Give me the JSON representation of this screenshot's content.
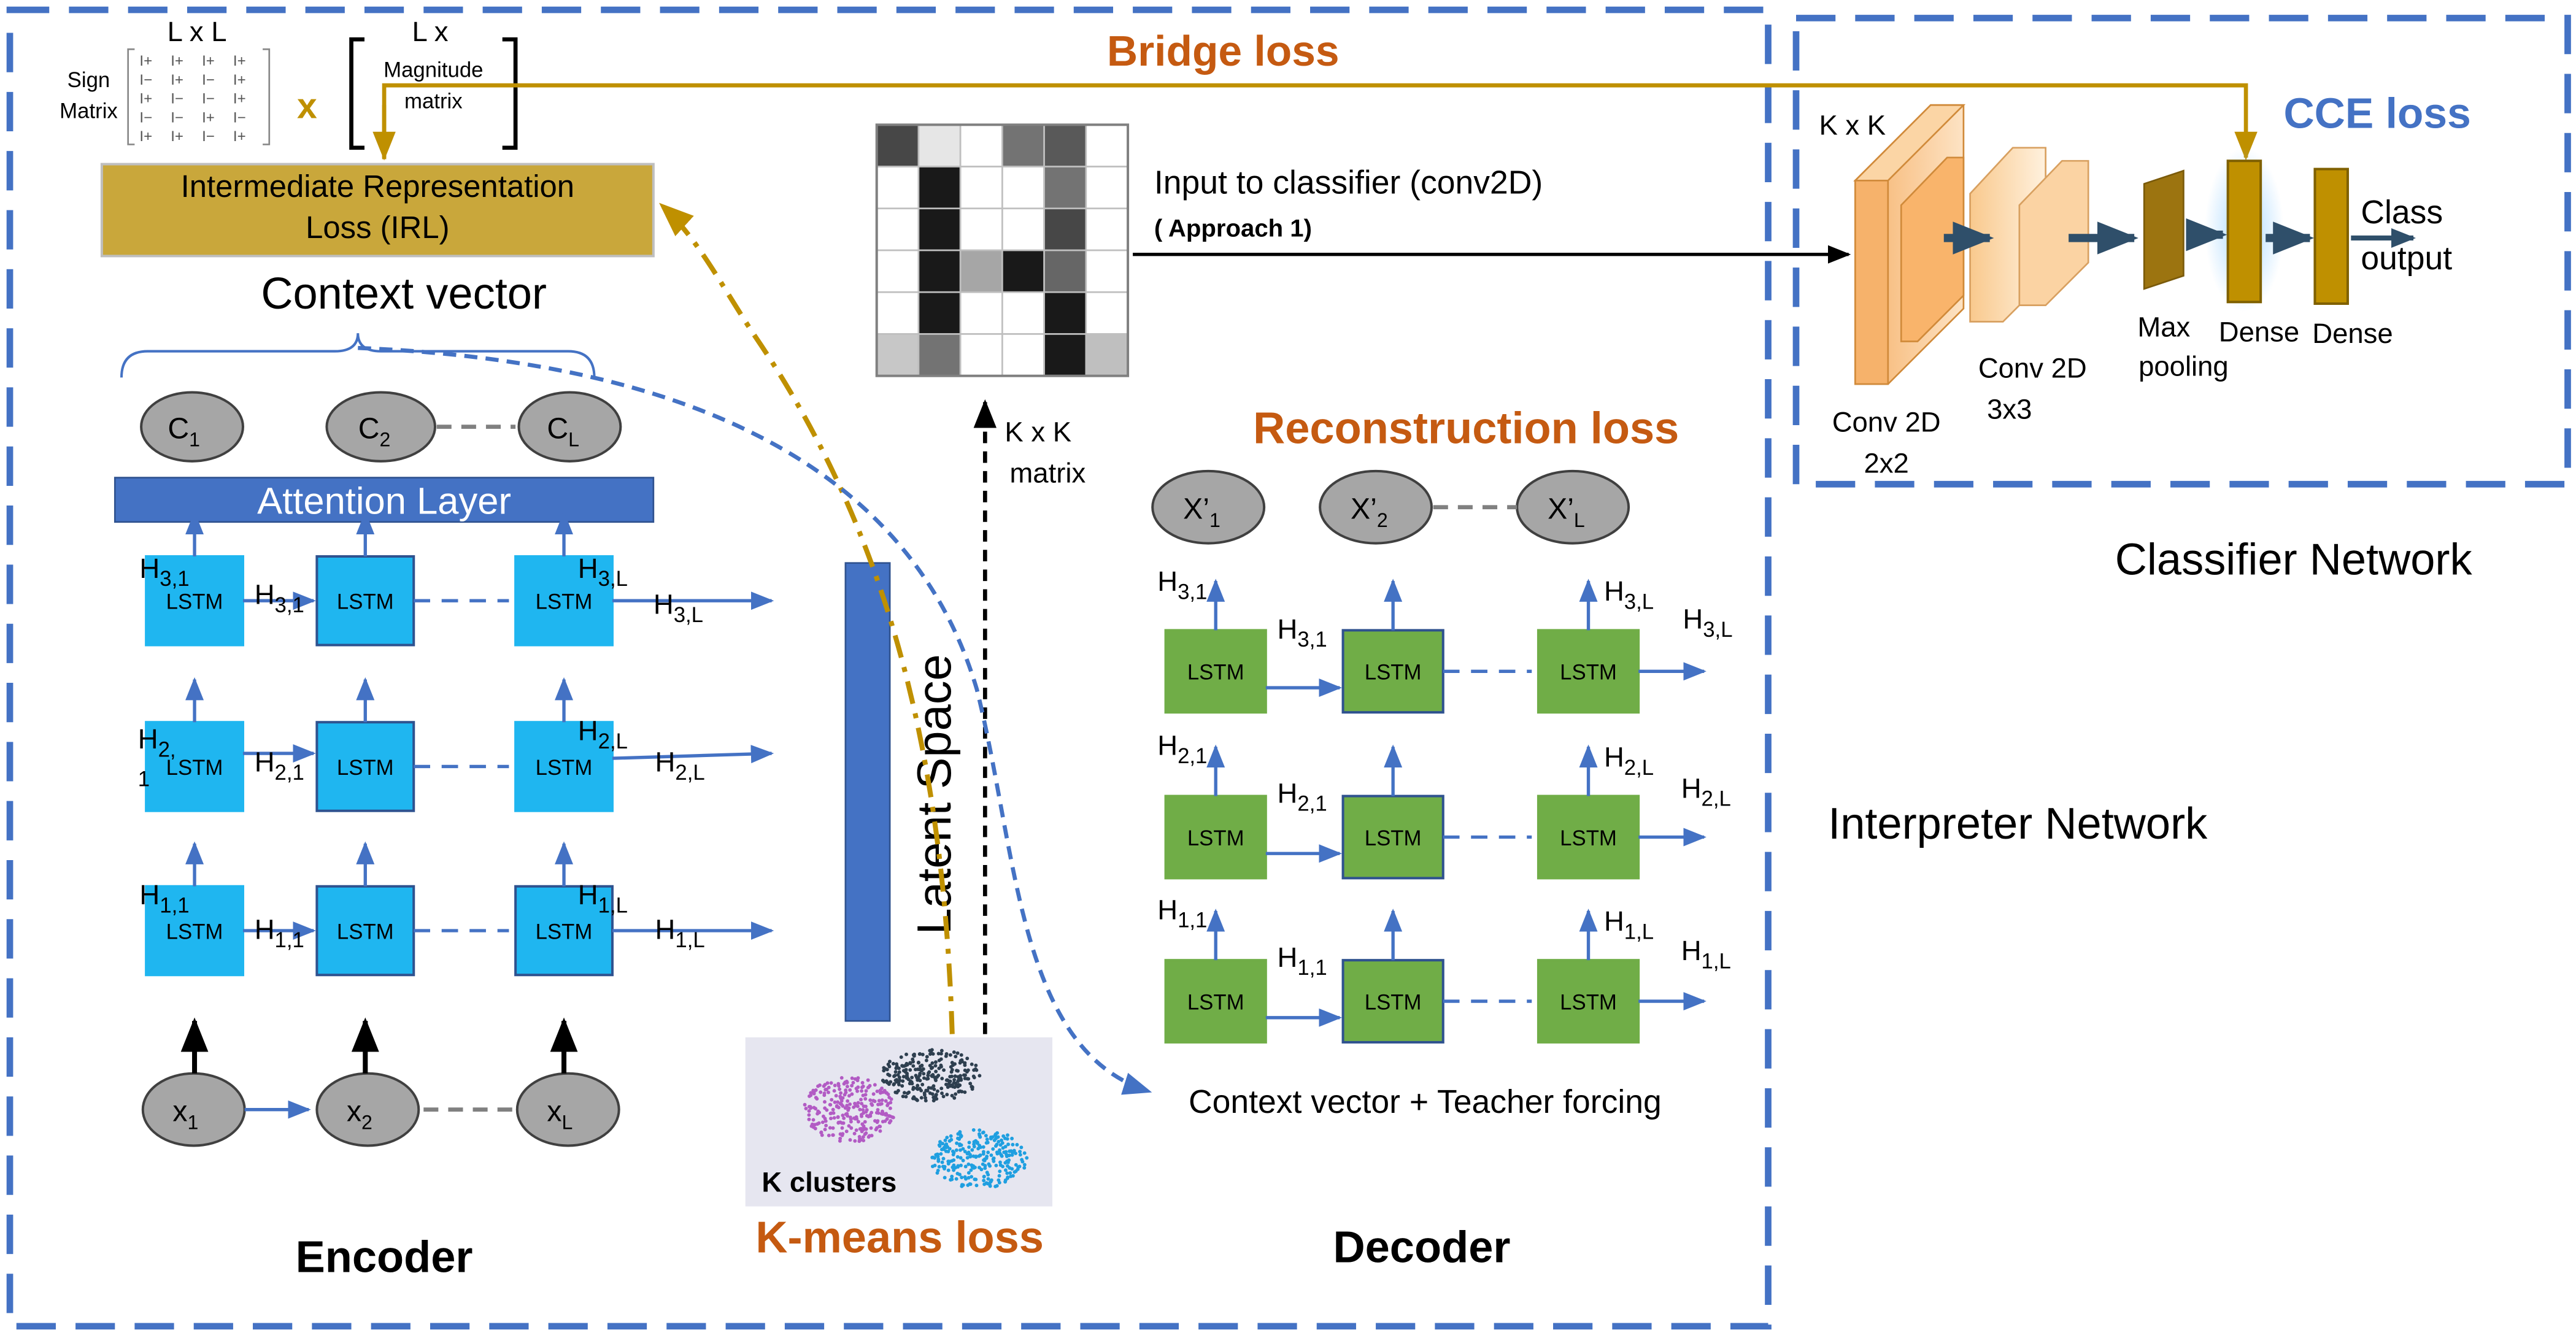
{
  "colors": {
    "frame_blue": "#4472c4",
    "loss_orange": "#c55a11",
    "cce_blue": "#4472c4",
    "gold": "#c9a73b",
    "gold_line": "#bf9000",
    "lstm_blue": "#1fb6f0",
    "lstm_green": "#70ad47",
    "attention_blue": "#4472c4",
    "node_gray": "#a6a6a6"
  },
  "titles": {
    "bridge_loss": "Bridge loss",
    "cce_loss": "CCE loss",
    "reconstruction_loss": "Reconstruction loss",
    "kmeans_loss": "K-means loss",
    "classifier_network": "Classifier Network",
    "interpreter_network": "Interpreter Network",
    "encoder": "Encoder",
    "decoder": "Decoder"
  },
  "irl": {
    "line1": "Intermediate Representation",
    "line2": "Loss (IRL)"
  },
  "matrices": {
    "lxl_label": "L x L",
    "sign_label_line1": "Sign",
    "sign_label_line2": "Matrix",
    "times": "x",
    "lx_label": "L x",
    "magnitude_line1": "Magnitude",
    "magnitude_line2": "matrix",
    "sign_rows": [
      [
        "I+",
        "I+",
        "I+",
        "I+"
      ],
      [
        "I−",
        "I+",
        "I−",
        "I+"
      ],
      [
        "I+",
        "I−",
        "I−",
        "I+"
      ],
      [
        "I−",
        "I−",
        "I+",
        "I−"
      ],
      [
        "I+",
        "I+",
        "I−",
        "I+"
      ]
    ]
  },
  "context": {
    "label": "Context vector",
    "c1": "C",
    "c1_sub": "1",
    "c2": "C",
    "c2_sub": "2",
    "cl": "C",
    "cl_sub": "L"
  },
  "attention_label": "Attention Layer",
  "lstm_label": "LSTM",
  "encoder": {
    "inputs": [
      {
        "base": "x",
        "sub": "1"
      },
      {
        "base": "x",
        "sub": "2"
      },
      {
        "base": "x",
        "sub": "L"
      }
    ],
    "row3": {
      "up1": "3,1",
      "mid1": "3,1",
      "upL": "3,L",
      "outL": "3,L"
    },
    "row2": {
      "up1a": "H",
      "up1b": "2,",
      "up1c": "1",
      "mid1": "2,1",
      "upL": "2,L",
      "outL": "2,L"
    },
    "row1": {
      "up1": "1,1",
      "mid1": "1,1",
      "upL": "1,L",
      "outL": "1,L"
    }
  },
  "latent_space": "Latent Space",
  "kxk_label_1": "K x K",
  "kxk_label_2": "matrix",
  "kmatrix": [
    [
      0.72,
      0.1,
      0.0,
      0.55,
      0.65,
      0.0
    ],
    [
      0.0,
      0.9,
      0.0,
      0.0,
      0.55,
      0.0
    ],
    [
      0.0,
      0.9,
      0.0,
      0.0,
      0.72,
      0.0
    ],
    [
      0.0,
      0.9,
      0.35,
      0.9,
      0.6,
      0.0
    ],
    [
      0.0,
      0.9,
      0.0,
      0.0,
      0.9,
      0.0
    ],
    [
      0.22,
      0.55,
      0.0,
      0.0,
      0.9,
      0.25
    ]
  ],
  "classifier_input": {
    "line1": "Input to classifier (conv2D)",
    "line2": "( Approach 1)"
  },
  "cnn": {
    "kxk": "K x K",
    "conv1_line1": "Conv 2D",
    "conv1_line2": "2x2",
    "conv2_line1": "Conv 2D",
    "conv2_line2": "3x3",
    "pool_line1": "Max",
    "pool_line2": "pooling",
    "dense1": "Dense",
    "dense2": "Dense",
    "class_line1": "Class",
    "class_line2": "output"
  },
  "decoder": {
    "outputs": [
      {
        "base": "X’",
        "sub": "1"
      },
      {
        "base": "X’",
        "sub": "2"
      },
      {
        "base": "X’",
        "sub": "L"
      }
    ],
    "row3": {
      "up1": "3,1",
      "mid1": "3,1",
      "upL": "3,L",
      "outL": "3,L"
    },
    "row2": {
      "up1": "2,1",
      "mid1": "2,1",
      "upL": "2,L",
      "outL": "2,L"
    },
    "row1": {
      "up1": "1,1",
      "mid1": "1,1",
      "upL": "1,L",
      "outL": "1,L"
    },
    "teacher_forcing": "Context  vector + Teacher forcing"
  },
  "kclusters": "K clusters",
  "h_letter": "H"
}
